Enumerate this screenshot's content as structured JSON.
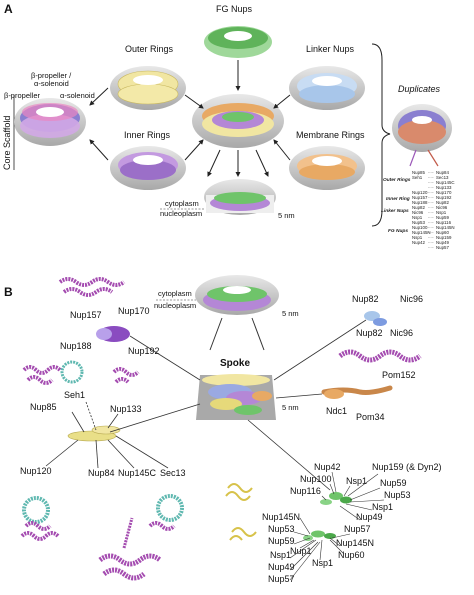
{
  "panelA": {
    "letter": "A",
    "fg_nups": "FG Nups",
    "outer_rings": "Outer Rings",
    "linker_nups": "Linker Nups",
    "inner_rings": "Inner Rings",
    "membrane_rings": "Membrane Rings",
    "core_scaffold": "Core Scaffold",
    "beta_propeller_alpha": "β-propeller /",
    "alpha_solenoid_top": "α-solenoid",
    "beta_propeller": "β-propeller",
    "alpha_solenoid": "α-solenoid",
    "cytoplasm": "cytoplasm",
    "nucleoplasm": "nucleoplasm",
    "scale": "5 nm",
    "duplicates": "Duplicates",
    "dup_groups": {
      "outer": "Outer Rings",
      "inner": "Inner Ring",
      "linker": "Linker Nups",
      "fg": "FG Nups"
    },
    "dup_left": [
      "Nup85",
      "Seh1",
      "",
      "",
      "Nup120",
      "Nup157",
      "Nup188",
      "Nup82",
      "Nic96",
      "Nsp1",
      "Nup53",
      "Nup100",
      "Nup145N",
      "Nsp1",
      "Nup42"
    ],
    "dup_right": [
      "Nup84",
      "Sec13",
      "Nup145C",
      "Nup133",
      "Nup170",
      "Nup192",
      "Nup82",
      "Nic96",
      "Nsp1",
      "Nup59",
      "Nup116",
      "Nup145N",
      "Nup60",
      "Nup159",
      "Nup49",
      "Nup57"
    ]
  },
  "panelB": {
    "letter": "B",
    "cytoplasm": "cytoplasm",
    "nucleoplasm": "nucleoplasm",
    "scale": "5 nm",
    "scale2": "5 nm",
    "spoke": "Spoke",
    "labels": {
      "nup157": "Nup157",
      "nup170": "Nup170",
      "nup188": "Nup188",
      "nup192": "Nup192",
      "nup82a": "Nup82",
      "nic96a": "Nic96",
      "nup82b": "Nup82",
      "nic96b": "Nic96",
      "pom152": "Pom152",
      "ndc1": "Ndc1",
      "pom34": "Pom34",
      "seh1": "Seh1",
      "nup133": "Nup133",
      "nup85": "Nup85",
      "nup120": "Nup120",
      "nup84": "Nup84",
      "nup145c": "Nup145C",
      "sec13": "Sec13",
      "nup42": "Nup42",
      "nup100": "Nup100",
      "nup116": "Nup116",
      "nsp1a": "Nsp1",
      "nup159": "Nup159 (& Dyn2)",
      "nup59a": "Nup59",
      "nup53a": "Nup53",
      "nsp1b": "Nsp1",
      "nup49a": "Nup49",
      "nup57a": "Nup57",
      "nup145n": "Nup145N",
      "nup53b": "Nup53",
      "nup59b": "Nup59",
      "nup1": "Nup1",
      "nsp1c": "Nsp1",
      "nup49b": "Nup49",
      "nup57b": "Nup57",
      "nsp1d": "Nsp1",
      "nup145n2": "Nup145N",
      "nup60": "Nup60"
    }
  },
  "colors": {
    "outer": "#f1e6a2",
    "inner": "#b487d6",
    "linker": "#a8c6ea",
    "membrane": "#e8a964",
    "fg": "#6fc46a",
    "scaffold": "#c9c9c9",
    "magenta": "#a44cb0",
    "teal": "#5fb8b0"
  }
}
